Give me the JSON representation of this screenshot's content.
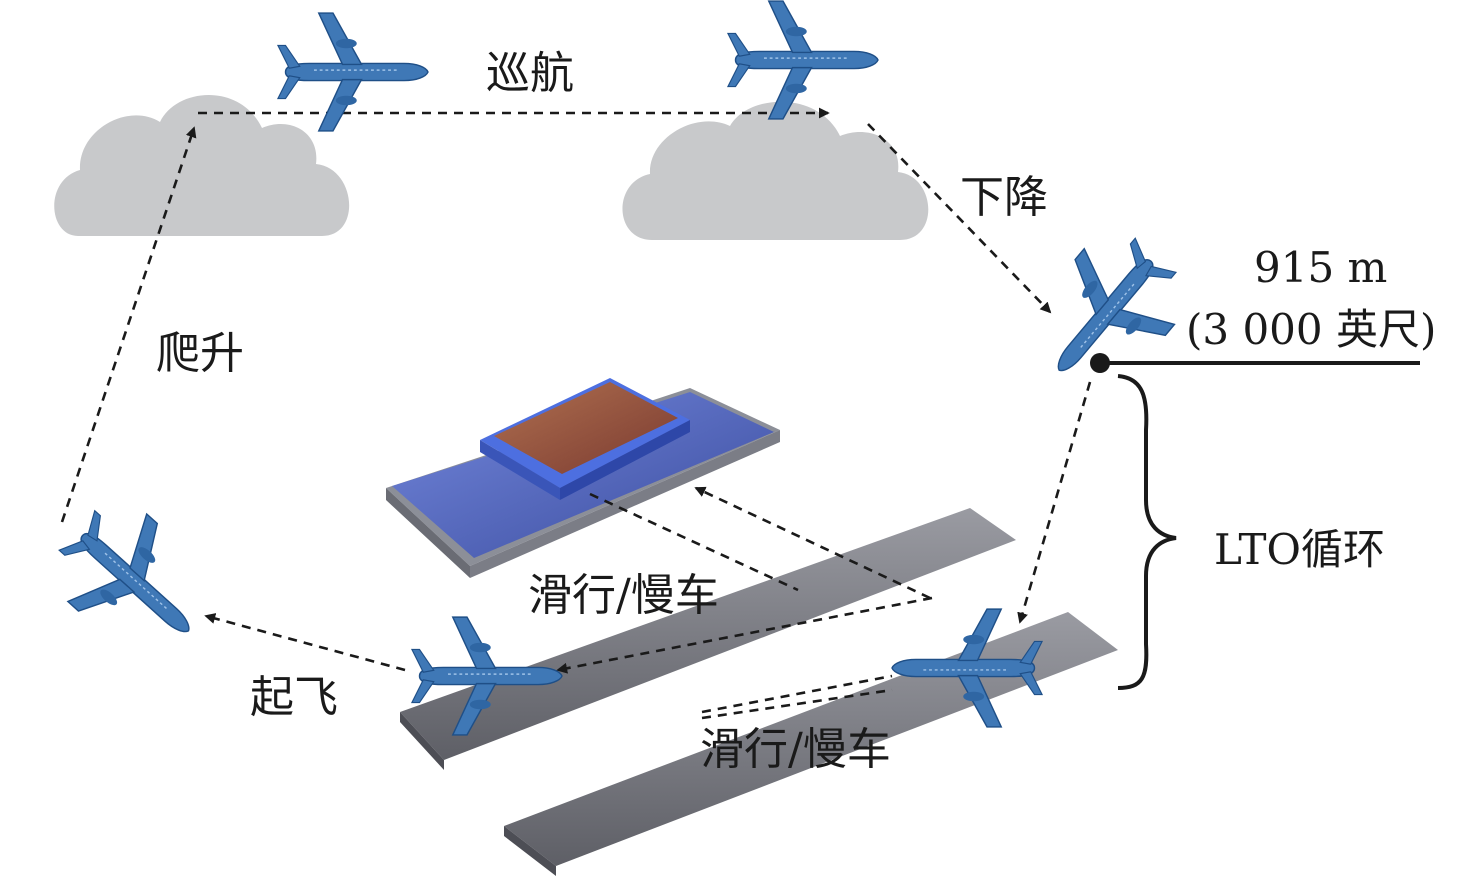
{
  "labels": {
    "cruise": "巡航",
    "descent": "下降",
    "climb": "爬升",
    "takeoff": "起飞",
    "taxi_upper": "滑行/慢车",
    "taxi_lower": "滑行/慢车",
    "altitude_m": "915 m",
    "altitude_ft": "(3 000 英尺)",
    "lto_cycle": "LTO循环"
  },
  "colors": {
    "plane_blue": "#3f78b6",
    "plane_dark": "#1f4f87",
    "cloud_gray": "#c8c9cb",
    "runway_gray": "#7d7e85",
    "arrow": "#1a1a1a",
    "terminal_blue": "#3a57c8"
  }
}
